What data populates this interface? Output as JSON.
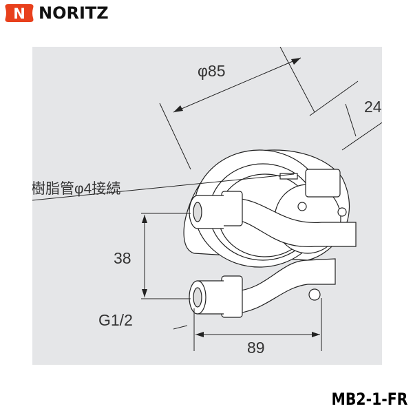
{
  "brand": {
    "name": "NORITZ",
    "logo_color": "#e8401c"
  },
  "diagram": {
    "labels": {
      "diameter": "φ85",
      "depth": "24",
      "resin_pipe": "樹脂管φ4接続",
      "pitch": "38",
      "thread": "G1/2",
      "width": "89"
    }
  },
  "model": "MB2-1-FR",
  "colors": {
    "panel": "#e5e6e8",
    "line": "#222222"
  }
}
